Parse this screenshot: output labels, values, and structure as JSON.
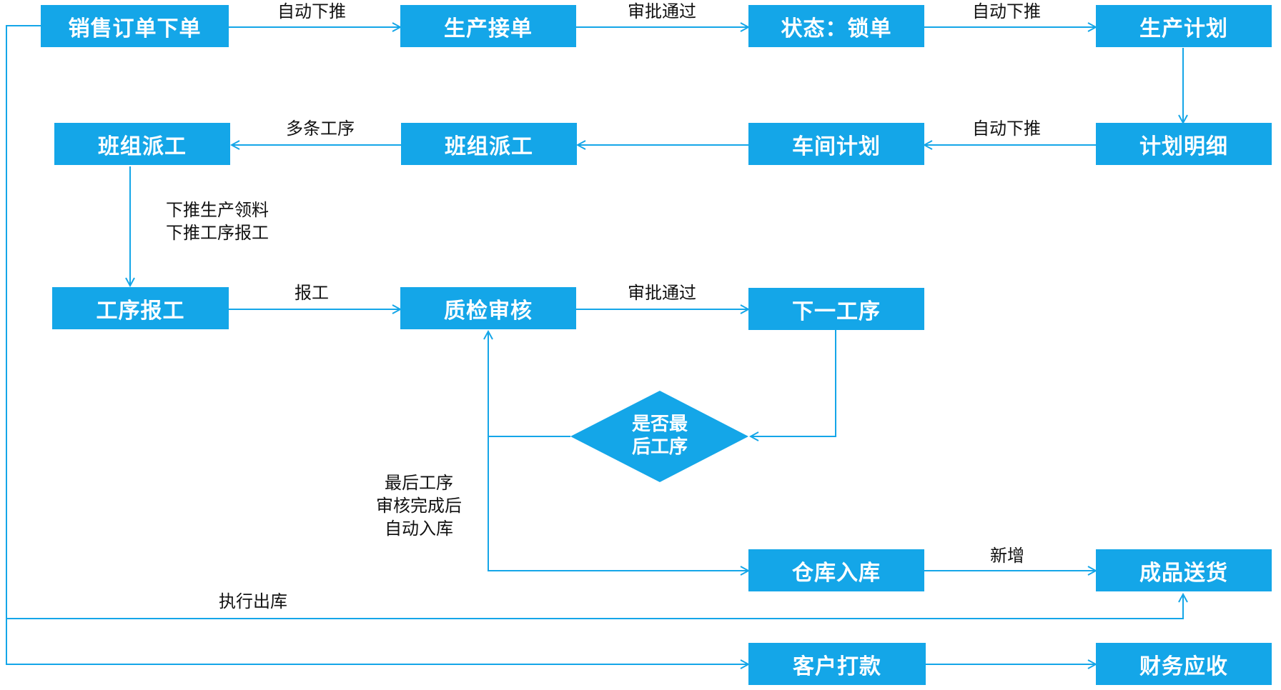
{
  "colors": {
    "node_fill": "#14a6e8",
    "edge": "#14a6e8",
    "label": "#111111"
  },
  "nodes": {
    "sales_order": "销售订单下单",
    "production_receive": "生产接单",
    "status_lock": "状态：锁单",
    "production_plan": "生产计划",
    "plan_detail": "计划明细",
    "workshop_plan": "车间计划",
    "team_dispatch_mid": "班组派工",
    "team_dispatch_left": "班组派工",
    "process_report": "工序报工",
    "qc_review": "质检审核",
    "next_process": "下一工序",
    "is_last_process": [
      "是否最",
      "后工序"
    ],
    "warehouse_in": "仓库入库",
    "product_delivery": "成品送货",
    "customer_payment": "客户打款",
    "finance_receivable": "财务应收"
  },
  "edge_labels": {
    "auto_push_1": "自动下推",
    "approved_1": "审批通过",
    "auto_push_2": "自动下推",
    "auto_push_3": "自动下推",
    "multi_process": "多条工序",
    "push_down": [
      "下推生产领料",
      "下推工序报工"
    ],
    "report": "报工",
    "approved_2": "审批通过",
    "last_process_note": [
      "最后工序",
      "审核完成后",
      "自动入库"
    ],
    "new_add": "新增",
    "execute_outbound": "执行出库"
  }
}
